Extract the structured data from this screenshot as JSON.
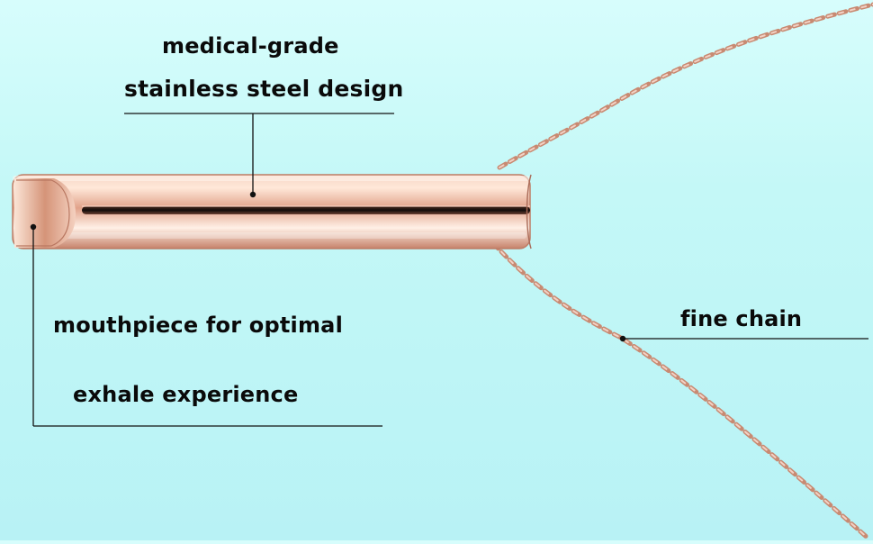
{
  "labels": {
    "medical_grade": "medical-grade",
    "stainless_steel": "stainless steel design",
    "mouthpiece": "mouthpiece for optimal",
    "exhale": "exhale experience",
    "fine_chain": "fine chain"
  },
  "colors": {
    "background_top": "#d7fdfc",
    "background_bottom": "#b8f2f5",
    "rose_gold_highlight": "#ffe1cf",
    "rose_gold_mid": "#e6a88f",
    "rose_gold_shadow": "#b9745b",
    "chain": "#c88a72",
    "line": "#111111"
  }
}
